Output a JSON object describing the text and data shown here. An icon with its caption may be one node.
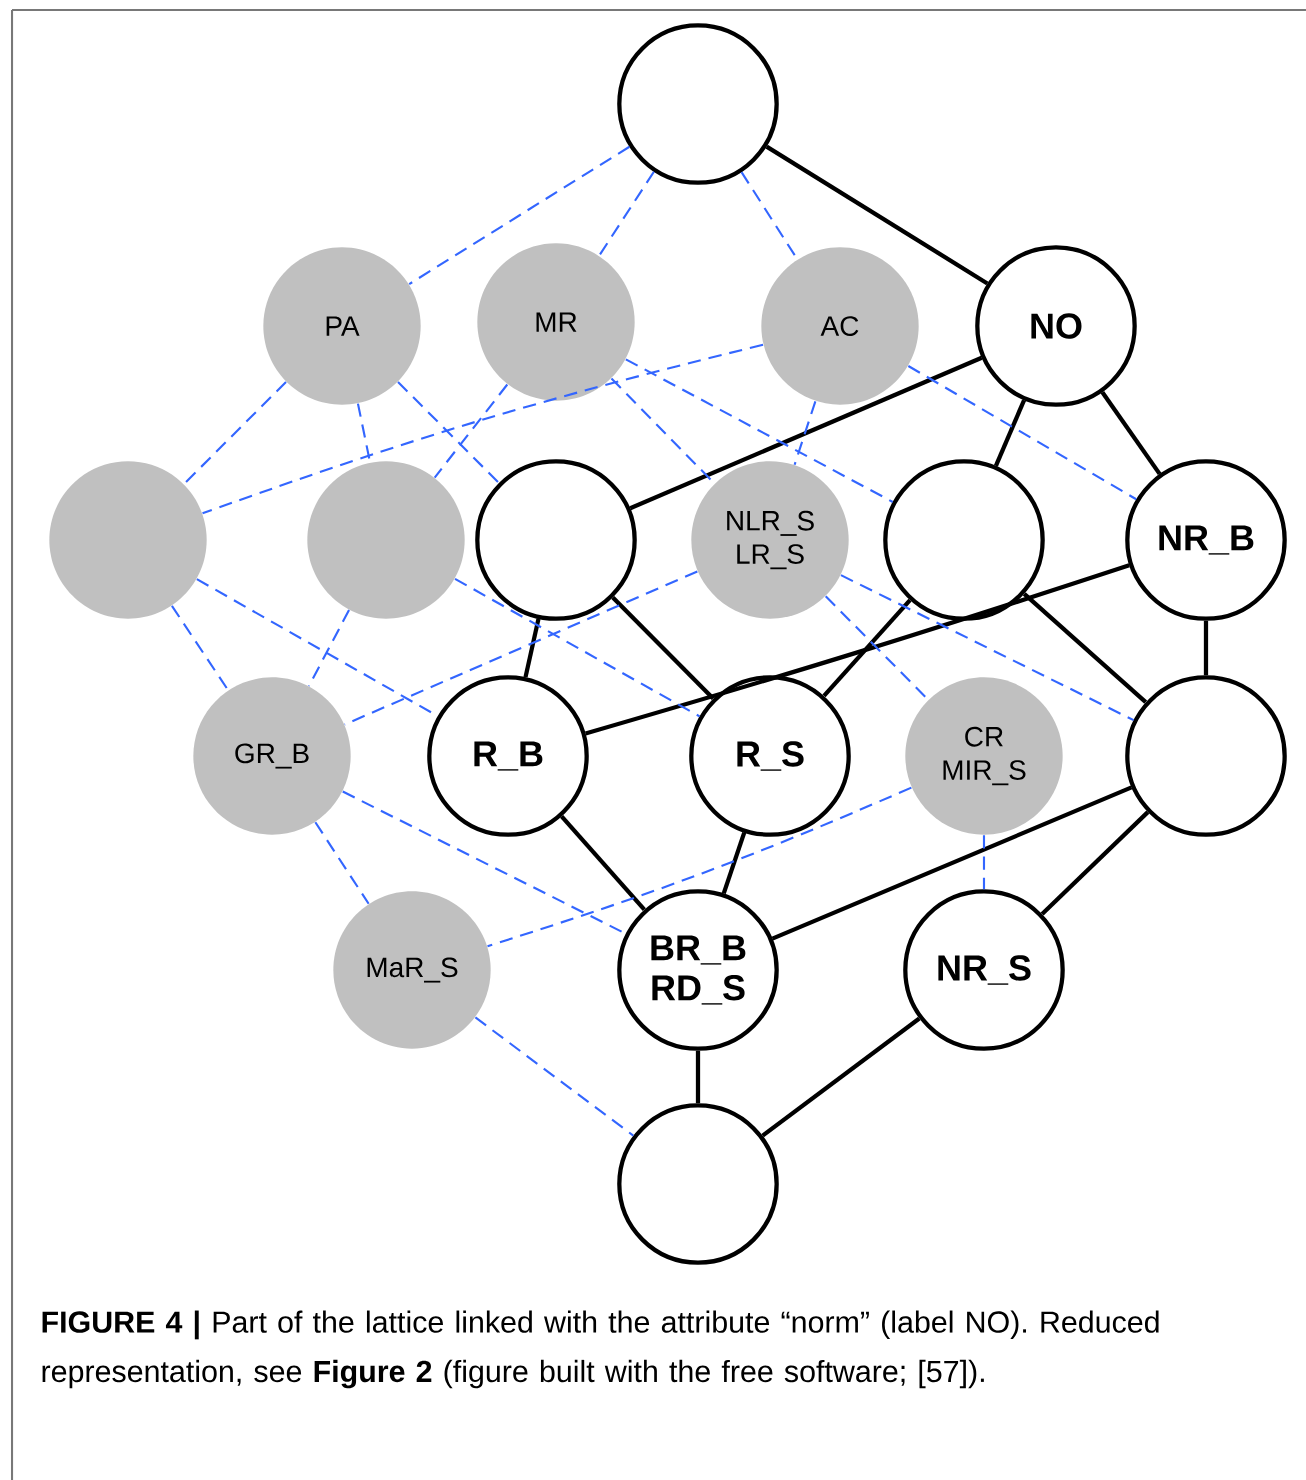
{
  "diagram": {
    "caption": "**FIGURE 4 |** Part of the lattice linked with the attribute “norm” (label NO). Reduced representation, see **Figure 2** (figure built with the free software; [57]).",
    "nodes": [
      {
        "text": [],
        "shape": "circle"
      },
      {
        "text": [
          "PA"
        ]
      },
      {
        "text": [
          "MR"
        ]
      },
      {
        "text": [
          "AC"
        ]
      },
      {
        "text": [
          "NO"
        ]
      },
      {
        "text": [],
        "shape": "circle"
      },
      {
        "text": [],
        "shape": "circle"
      },
      {
        "text": [],
        "shape": "circle"
      },
      {
        "text": [
          "NLR_S LR_S"
        ]
      },
      {
        "text": [],
        "shape": "circle"
      },
      {
        "text": [
          "NR_B"
        ]
      },
      {
        "text": [
          "GR_B"
        ]
      },
      {
        "text": [
          "R_B"
        ]
      },
      {
        "text": [
          "R_S"
        ]
      },
      {
        "text": [
          "CR MIR_S"
        ]
      },
      {
        "text": [],
        "shape": "circle"
      },
      {
        "text": [
          "MaR_S"
        ]
      },
      {
        "text": [
          "BR_B RD_S"
        ]
      },
      {
        "text": [
          "NR_S"
        ]
      },
      {
        "text": [],
        "shape": "circle"
      }
    ],
    "edges": [
      {
        "from": 0,
        "to": 4,
        "arrow": "none",
        "color": "#000000"
      },
      {
        "from": 4,
        "to": 7,
        "arrow": "none",
        "color": "#000000"
      },
      {
        "from": 4,
        "to": 9,
        "arrow": "none",
        "color": "#000000"
      },
      {
        "from": 4,
        "to": 10,
        "arrow": "none",
        "color": "#000000"
      },
      {
        "from": 7,
        "to": 12,
        "arrow": "none",
        "color": "#000000"
      },
      {
        "from": 7,
        "to": 13,
        "arrow": "none",
        "color": "#000000"
      },
      {
        "from": 9,
        "to": 13,
        "arrow": "none",
        "color": "#000000"
      },
      {
        "from": 9,
        "to": 15,
        "arrow": "none",
        "color": "#000000"
      },
      {
        "from": 10,
        "to": 12,
        "arrow": "none",
        "color": "#000000"
      },
      {
        "from": 10,
        "to": 15,
        "arrow": "none",
        "color": "#000000"
      },
      {
        "from": 12,
        "to": 17,
        "arrow": "none",
        "color": "#000000"
      },
      {
        "from": 13,
        "to": 17,
        "arrow": "none",
        "color": "#000000"
      },
      {
        "from": 15,
        "to": 17,
        "arrow": "none",
        "color": "#000000"
      },
      {
        "from": 15,
        "to": 18,
        "arrow": "none",
        "color": "#000000"
      },
      {
        "from": 17,
        "to": 19,
        "arrow": "none",
        "color": "#000000"
      },
      {
        "from": 18,
        "to": 19,
        "arrow": "none",
        "color": "#000000"
      },
      {
        "from": 0,
        "to": 1,
        "arrow": "none",
        "style": "dashed",
        "color": "#3366ff"
      },
      {
        "from": 0,
        "to": 2,
        "arrow": "none",
        "style": "dashed",
        "color": "#3366ff"
      },
      {
        "from": 0,
        "to": 3,
        "arrow": "none",
        "style": "dashed",
        "color": "#3366ff"
      },
      {
        "from": 1,
        "to": 5,
        "arrow": "none",
        "style": "dashed",
        "color": "#3366ff"
      },
      {
        "from": 1,
        "to": 6,
        "arrow": "none",
        "style": "dashed",
        "color": "#3366ff"
      },
      {
        "from": 1,
        "to": 7,
        "arrow": "none",
        "style": "dashed",
        "color": "#3366ff"
      },
      {
        "from": 2,
        "to": 6,
        "arrow": "none",
        "style": "dashed",
        "color": "#3366ff"
      },
      {
        "from": 2,
        "to": 8,
        "arrow": "none",
        "style": "dashed",
        "color": "#3366ff"
      },
      {
        "from": 2,
        "to": 9,
        "arrow": "none",
        "style": "dashed",
        "color": "#3366ff"
      },
      {
        "from": 3,
        "to": 5,
        "arrow": "none",
        "style": "dashed",
        "color": "#3366ff"
      },
      {
        "from": 3,
        "to": 8,
        "arrow": "none",
        "style": "dashed",
        "color": "#3366ff"
      },
      {
        "from": 3,
        "to": 10,
        "arrow": "none",
        "style": "dashed",
        "color": "#3366ff"
      },
      {
        "from": 5,
        "to": 11,
        "arrow": "none",
        "style": "dashed",
        "color": "#3366ff"
      },
      {
        "from": 5,
        "to": 12,
        "arrow": "none",
        "style": "dashed",
        "color": "#3366ff"
      },
      {
        "from": 6,
        "to": 11,
        "arrow": "none",
        "style": "dashed",
        "color": "#3366ff"
      },
      {
        "from": 6,
        "to": 13,
        "arrow": "none",
        "style": "dashed",
        "color": "#3366ff"
      },
      {
        "from": 8,
        "to": 11,
        "arrow": "none",
        "style": "dashed",
        "color": "#3366ff"
      },
      {
        "from": 8,
        "to": 14,
        "arrow": "none",
        "style": "dashed",
        "color": "#3366ff"
      },
      {
        "from": 8,
        "to": 15,
        "arrow": "none",
        "style": "dashed",
        "color": "#3366ff"
      },
      {
        "from": 11,
        "to": 16,
        "arrow": "none",
        "style": "dashed",
        "color": "#3366ff"
      },
      {
        "from": 11,
        "to": 17,
        "arrow": "none",
        "style": "dashed",
        "color": "#3366ff"
      },
      {
        "from": 14,
        "to": 16,
        "arrow": "none",
        "style": "dashed",
        "color": "#3366ff"
      },
      {
        "from": 14,
        "to": 18,
        "arrow": "none",
        "style": "dashed",
        "color": "#3366ff"
      },
      {
        "from": 16,
        "to": 19,
        "arrow": "none",
        "style": "dashed",
        "color": "#3366ff"
      }
    ]
  }
}
